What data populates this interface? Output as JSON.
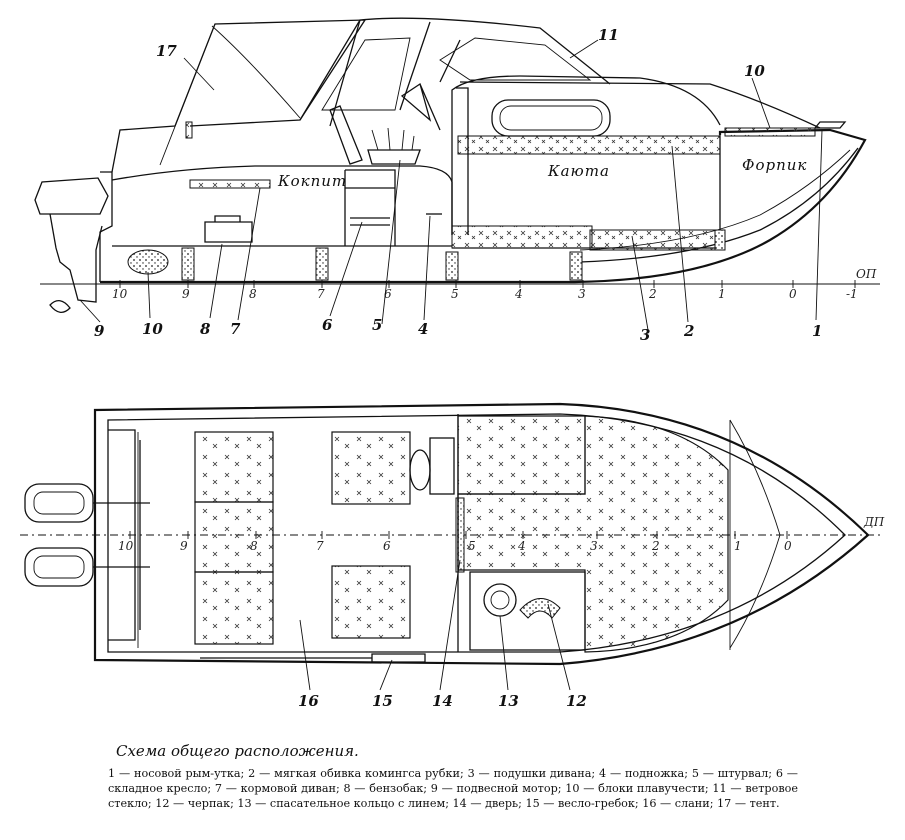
{
  "side_view": {
    "rooms": {
      "cockpit": "Кокпит",
      "cabin": "Каюта",
      "forepeak": "Форпик"
    },
    "baseline": "ОП",
    "frames": [
      "10",
      "9",
      "8",
      "7",
      "6",
      "5",
      "4",
      "3",
      "2",
      "1",
      "0",
      "-1"
    ],
    "callouts": {
      "c1": "1",
      "c2": "2",
      "c3": "3",
      "c4": "4",
      "c5": "5",
      "c6": "6",
      "c7": "7",
      "c8": "8",
      "c9": "9",
      "c10": "10",
      "c10b": "10",
      "c11": "11",
      "c17": "17"
    }
  },
  "plan_view": {
    "centerline": "ДП",
    "frames": [
      "10",
      "9",
      "8",
      "7",
      "6",
      "5",
      "4",
      "3",
      "2",
      "1",
      "0"
    ],
    "callouts": {
      "c12": "12",
      "c13": "13",
      "c14": "14",
      "c15": "15",
      "c16": "16"
    }
  },
  "caption": {
    "title": "Схема общего расположения.",
    "legend": "1 — носовой рым-утка; 2 — мягкая обивка комингса рубки; 3 — подушки дивана; 4 — подножка; 5 — штурвал; 6 — складное кресло; 7 — кормовой диван; 8 — бензобак; 9 — подвесной мотор; 10 — блоки плавучести; 11 — ветровое стекло; 12 — черпак; 13 — спасательное кольцо с линем; 14 — дверь; 15 — весло-гребок; 16 — слани; 17 — тент."
  }
}
